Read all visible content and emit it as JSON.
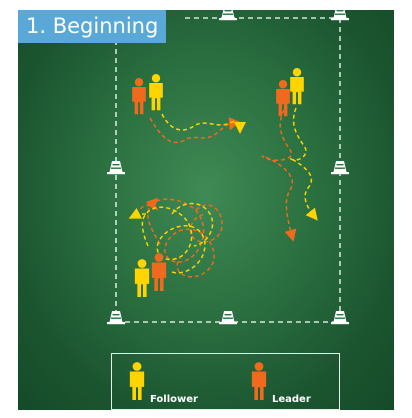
{
  "title": "1. Beginning",
  "legend": {
    "follower_label": "Follower",
    "leader_label": "Leader"
  },
  "colors": {
    "follower": "#ffd400",
    "leader": "#f06a1e",
    "field": "#2b7040",
    "title_badge": "#5aa8d8",
    "boundary": "#ffffff"
  },
  "markers": {
    "cone_icon": "cone-icon",
    "player_icon": "person-icon",
    "path_icon": "dashed-arrow-path"
  }
}
